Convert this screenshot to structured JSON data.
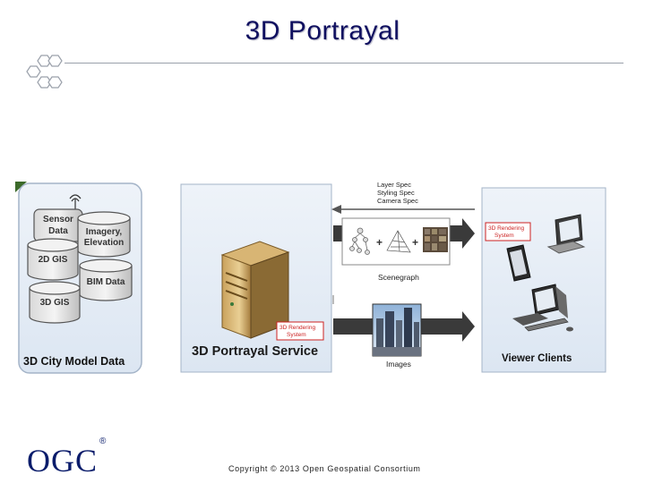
{
  "slide": {
    "title": "3D Portrayal",
    "copyright": "Copyright © 2013 Open Geospatial Consortium",
    "logo": "OGC",
    "logo_mark": "®"
  },
  "diagram": {
    "city_model": {
      "title": "3D City Model Data",
      "sources": [
        "Sensor Data",
        "Imagery, Elevation",
        "2D GIS",
        "BIM Data",
        "3D GIS"
      ]
    },
    "service": {
      "title": "3D Portrayal Service",
      "rendering_badge": [
        "3D Rendering",
        "System"
      ]
    },
    "requests": {
      "specs": [
        "Layer Spec",
        "Styling Spec",
        "Camera Spec"
      ]
    },
    "outputs": {
      "scenegraph": "Scenegraph",
      "images": "Images"
    },
    "clients": {
      "title": "Viewer Clients",
      "rendering_badge": [
        "3D Rendering",
        "System"
      ]
    }
  },
  "colors": {
    "title": "#101060",
    "logo": "#0a1c6b",
    "panel_border": "#8fa3bf",
    "panel_fill": "#e3ebf5",
    "badge_red": "#cc2222"
  }
}
